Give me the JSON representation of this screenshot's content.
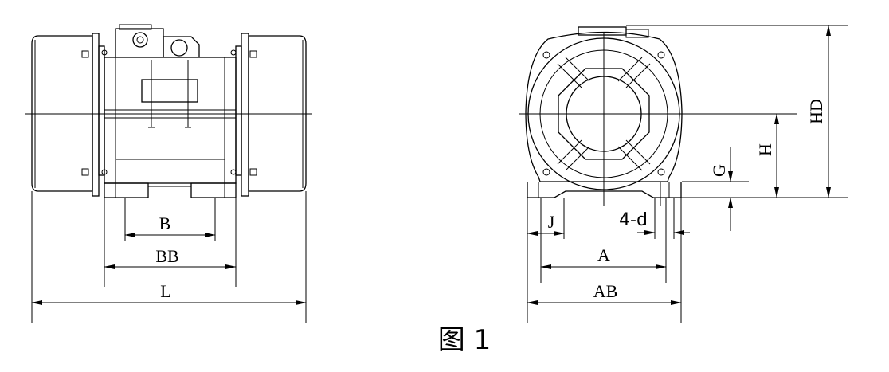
{
  "side_view": {
    "labels": {
      "b": "B",
      "bb": "BB",
      "l": "L"
    }
  },
  "front_view": {
    "labels": {
      "j": "J",
      "four_d": "4-d",
      "a": "A",
      "ab": "AB",
      "g": "G",
      "h": "H",
      "hd": "HD"
    }
  },
  "caption": "图 1"
}
